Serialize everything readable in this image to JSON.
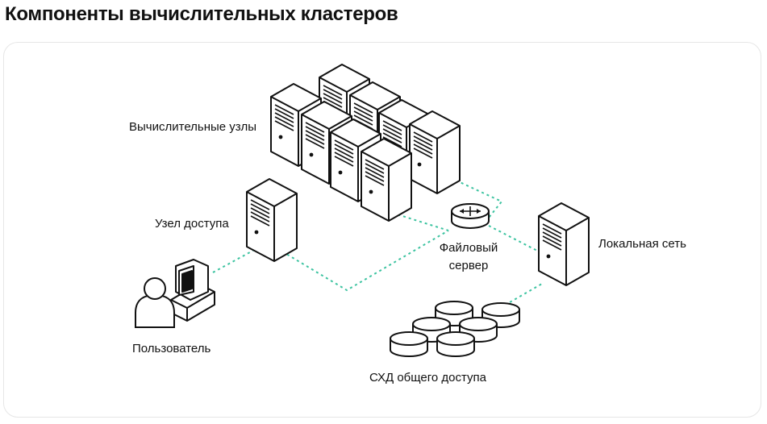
{
  "title": "Компоненты вычислительных кластеров",
  "labels": {
    "compute_nodes": "Вычислительные узлы",
    "access_node": "Узел доступа",
    "file_server_line1": "Файловый",
    "file_server_line2": "сервер",
    "local_network": "Локальная сеть",
    "user": "Пользователь",
    "storage": "СХД общего доступа"
  },
  "colors": {
    "link": "#3cc3a0",
    "stroke": "#111111",
    "fill": "#ffffff"
  },
  "icons": [
    "server-icon",
    "router-icon",
    "workstation-icon",
    "user-icon",
    "disk-icon"
  ]
}
